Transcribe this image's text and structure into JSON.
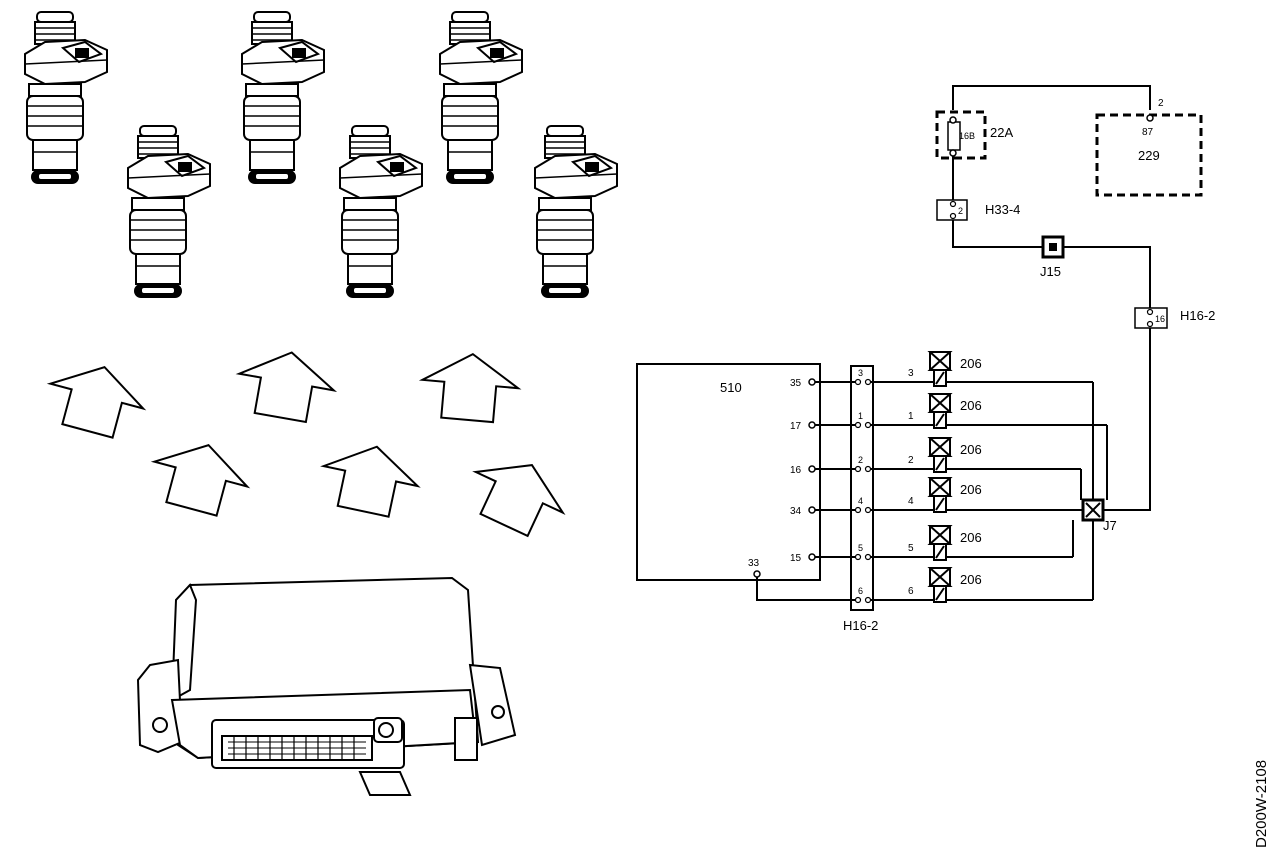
{
  "figure_id": "D200W-2108",
  "components": {
    "ecu": "510",
    "fuse_no": "16B",
    "fuse": "22A",
    "relay": "229",
    "relay_pin_top": "2",
    "relay_pin_87": "87",
    "connector_h33": "H33-4",
    "connector_h33_pin": "2",
    "junction_j15": "J15",
    "connector_h16_top": "H16-2",
    "connector_h16_top_pin": "16",
    "junction_j7": "J7",
    "connector_h16_bottom": "H16-2"
  },
  "ecu_pins": [
    {
      "pin": "35",
      "conn": "3",
      "wire": "3",
      "injector": "206"
    },
    {
      "pin": "17",
      "conn": "1",
      "wire": "1",
      "injector": "206"
    },
    {
      "pin": "16",
      "conn": "2",
      "wire": "2",
      "injector": "206"
    },
    {
      "pin": "34",
      "conn": "4",
      "wire": "4",
      "injector": "206"
    },
    {
      "pin": "15",
      "conn": "5",
      "wire": "5",
      "injector": "206"
    },
    {
      "pin": "33",
      "conn": "6",
      "wire": "6",
      "injector": "206"
    }
  ]
}
